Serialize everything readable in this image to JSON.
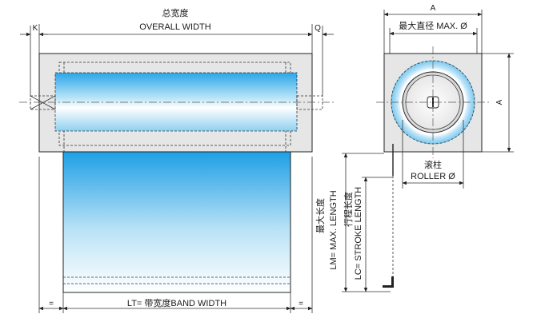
{
  "labels": {
    "overall_width_cn": "总宽度",
    "overall_width_en": "OVERALL WIDTH",
    "k": "K",
    "q": "Q",
    "a_top": "A",
    "a_right": "A",
    "max_dia": "最大直径 MAX. Ø",
    "roller_cn": "滚柱",
    "roller_en": "ROLLER Ø",
    "max_length_cn": "最大长度",
    "max_length_en": "LM= MAX. LENGTH",
    "stroke_length_cn": "行程长度",
    "stroke_length_en": "LC= STROKE LENGTH",
    "band_width": "LT= 带宽度BAND WIDTH",
    "equal_left": "=",
    "equal_right": "="
  },
  "colors": {
    "housing": "#e6e6e6",
    "blue_light": "#ffffff",
    "blue_mid": "#9fd6f2",
    "blue_dark": "#1ea0e6",
    "line": "#222222"
  }
}
